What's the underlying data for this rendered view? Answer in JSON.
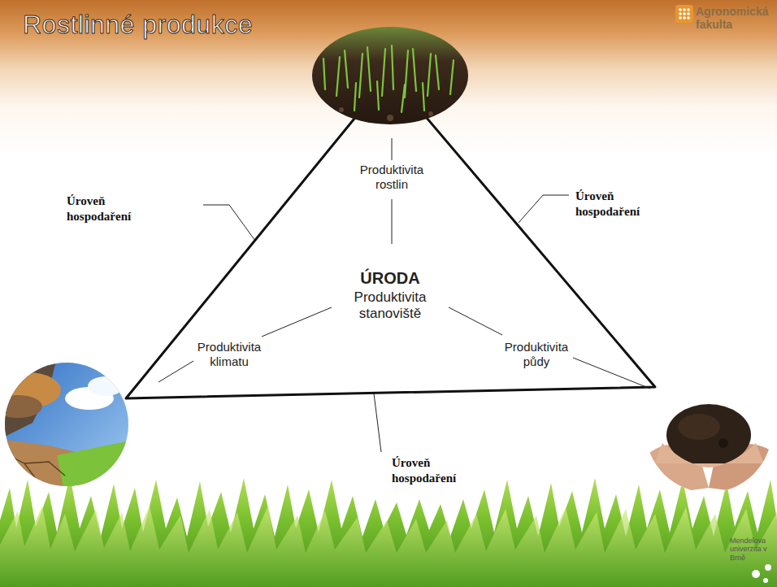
{
  "diagram": {
    "title": "Rostlinné produkce",
    "nodes": [
      {
        "text": [
          "Produktivita rostlin",
          "ÚRODA",
          "Produktivita stanoviště",
          "Produktivita klimatu",
          "Produktivita půdy"
        ]
      }
    ],
    "labels": [
      "Úroveň hospodaření",
      "Úroveň hospodaření",
      "Úroveň hospodaření",
      "Agronomická fakulta",
      "Mendelova univerzita v Brně"
    ]
  }
}
